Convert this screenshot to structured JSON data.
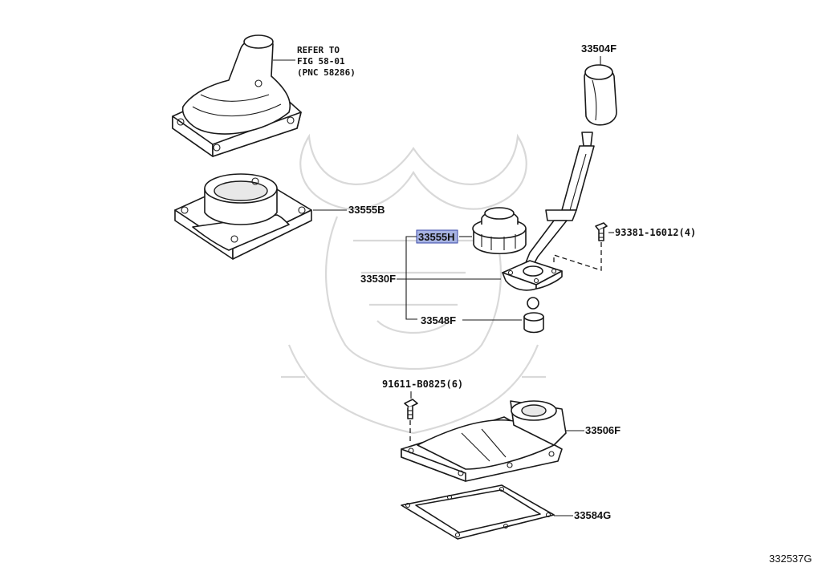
{
  "diagram": {
    "reference_note": {
      "line1": "REFER TO",
      "line2": "FIG 58-01",
      "line3": "(PNC 58286)"
    },
    "parts": [
      {
        "label": "33504F",
        "highlighted": false
      },
      {
        "label": "33555B",
        "highlighted": false
      },
      {
        "label": "33555H",
        "highlighted": true
      },
      {
        "label": "93381-16012(4)",
        "highlighted": false
      },
      {
        "label": "33530F",
        "highlighted": false
      },
      {
        "label": "33548F",
        "highlighted": false
      },
      {
        "label": "91611-B0825(6)",
        "highlighted": false
      },
      {
        "label": "33506F",
        "highlighted": false
      },
      {
        "label": "33584G",
        "highlighted": false
      }
    ],
    "figure_code": "332537G",
    "highlight_color": "#a7b3e3",
    "watermark": "samurai-helmet-logo"
  }
}
